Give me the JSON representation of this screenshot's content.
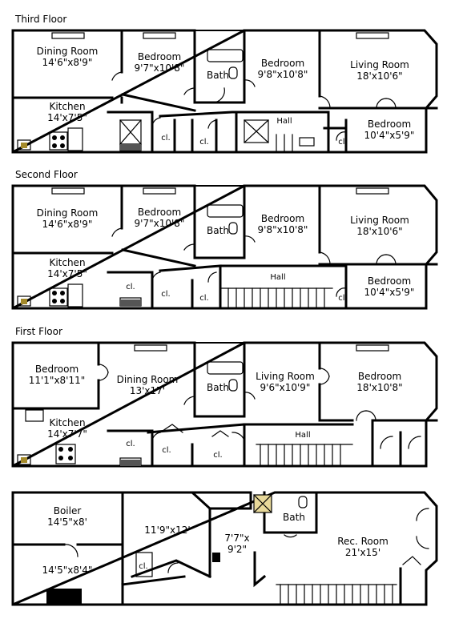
{
  "floors": {
    "third": {
      "title": "Third Floor",
      "rooms": [
        {
          "id": "dining",
          "name": "Dining Room",
          "dims": "14'6\"x8'9\""
        },
        {
          "id": "bed1",
          "name": "Bedroom",
          "dims": "9'7\"x10'8\""
        },
        {
          "id": "bath",
          "name": "Bath",
          "dims": ""
        },
        {
          "id": "bed2",
          "name": "Bedroom",
          "dims": "9'8\"x10'8\""
        },
        {
          "id": "living",
          "name": "Living Room",
          "dims": "18'x10'6\""
        },
        {
          "id": "kitchen",
          "name": "Kitchen",
          "dims": "14'x7'5\""
        },
        {
          "id": "hall",
          "name": "Hall",
          "dims": ""
        },
        {
          "id": "bed3",
          "name": "Bedroom",
          "dims": "10'4\"x5'9\""
        },
        {
          "id": "cl1",
          "name": "cl.",
          "dims": ""
        },
        {
          "id": "cl2",
          "name": "cl.",
          "dims": ""
        },
        {
          "id": "cl3",
          "name": "cl.",
          "dims": ""
        }
      ]
    },
    "second": {
      "title": "Second Floor",
      "rooms": [
        {
          "id": "dining",
          "name": "Dining Room",
          "dims": "14'6\"x8'9\""
        },
        {
          "id": "bed1",
          "name": "Bedroom",
          "dims": "9'7\"x10'8\""
        },
        {
          "id": "bath",
          "name": "Bath",
          "dims": ""
        },
        {
          "id": "bed2",
          "name": "Bedroom",
          "dims": "9'8\"x10'8\""
        },
        {
          "id": "living",
          "name": "Living Room",
          "dims": "18'x10'6\""
        },
        {
          "id": "kitchen",
          "name": "Kitchen",
          "dims": "14'x7'5\""
        },
        {
          "id": "hall",
          "name": "Hall",
          "dims": ""
        },
        {
          "id": "bed3",
          "name": "Bedroom",
          "dims": "10'4\"x5'9\""
        },
        {
          "id": "cl1",
          "name": "cl.",
          "dims": ""
        },
        {
          "id": "cl2",
          "name": "cl.",
          "dims": ""
        },
        {
          "id": "cl3",
          "name": "cl.",
          "dims": ""
        },
        {
          "id": "cl4",
          "name": "cl.",
          "dims": ""
        }
      ]
    },
    "first": {
      "title": "First Floor",
      "rooms": [
        {
          "id": "bed1",
          "name": "Bedroom",
          "dims": "11'1\"x8'11\""
        },
        {
          "id": "dining",
          "name": "Dining Room",
          "dims": "13'x17'"
        },
        {
          "id": "bath",
          "name": "Bath",
          "dims": ""
        },
        {
          "id": "living",
          "name": "Living Room",
          "dims": "9'6\"x10'9\""
        },
        {
          "id": "bed2",
          "name": "Bedroom",
          "dims": "18'x10'8\""
        },
        {
          "id": "kitchen",
          "name": "Kitchen",
          "dims": "14'x7'7\""
        },
        {
          "id": "hall",
          "name": "Hall",
          "dims": ""
        },
        {
          "id": "cl1",
          "name": "cl.",
          "dims": ""
        },
        {
          "id": "cl2",
          "name": "cl.",
          "dims": ""
        },
        {
          "id": "cl3",
          "name": "cl.",
          "dims": ""
        }
      ]
    },
    "basement": {
      "title": "",
      "rooms": [
        {
          "id": "boiler",
          "name": "Boiler",
          "dims": "14'5\"x8'"
        },
        {
          "id": "room1",
          "name": "",
          "dims": "11'9\"x12'"
        },
        {
          "id": "room2",
          "name": "",
          "dims": "7'7\"x"
        },
        {
          "id": "room2b",
          "name": "",
          "dims": "9'2\""
        },
        {
          "id": "bath",
          "name": "Bath",
          "dims": ""
        },
        {
          "id": "rec",
          "name": "Rec. Room",
          "dims": "21'x15'"
        },
        {
          "id": "room3",
          "name": "",
          "dims": "14'5\"x8'4\""
        },
        {
          "id": "cl1",
          "name": "cl.",
          "dims": ""
        }
      ]
    }
  }
}
